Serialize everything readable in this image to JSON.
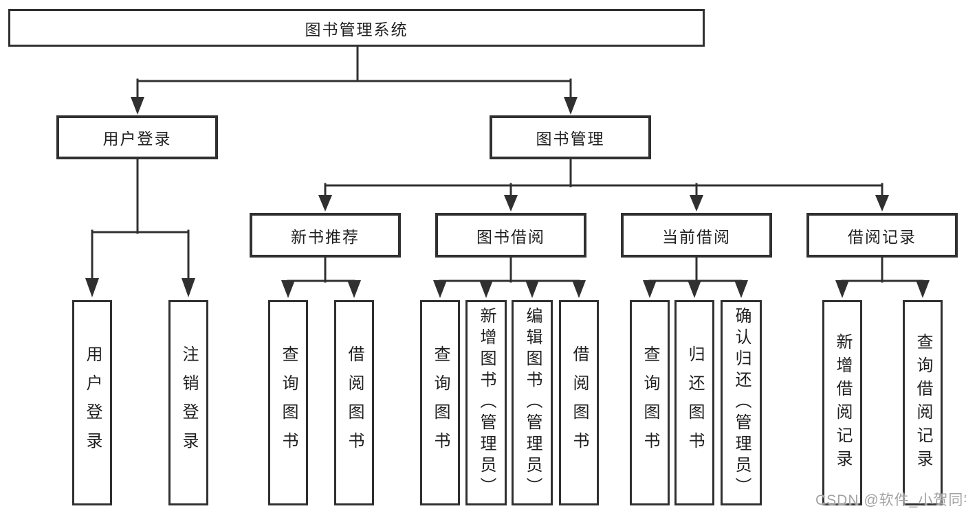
{
  "diagram": {
    "root": {
      "label": "图书管理系统"
    },
    "level2": [
      {
        "label": "用户登录"
      },
      {
        "label": "图书管理"
      }
    ],
    "level3": [
      {
        "label": "新书推荐"
      },
      {
        "label": "图书借阅"
      },
      {
        "label": "当前借阅"
      },
      {
        "label": "借阅记录"
      }
    ],
    "leaves": {
      "user_login": [
        "用户登录",
        "注销登录"
      ],
      "new_book_recommend": [
        "查询图书",
        "借阅图书"
      ],
      "book_borrowing": [
        "查询图书",
        "新增图书（管理员）",
        "编辑图书（管理员）",
        "借阅图书"
      ],
      "current_borrowing": [
        "查询图书",
        "归还图书",
        "确认归还（管理员）"
      ],
      "borrowing_records": [
        "新增借阅记录",
        "查询借阅记录"
      ]
    }
  },
  "watermark": {
    "text": "CSDN @软件_小贺同学"
  },
  "colors": {
    "line": "#303030",
    "text": "#1f1f1f",
    "watermark": "#a3a3a3",
    "background": "#ffffff"
  }
}
